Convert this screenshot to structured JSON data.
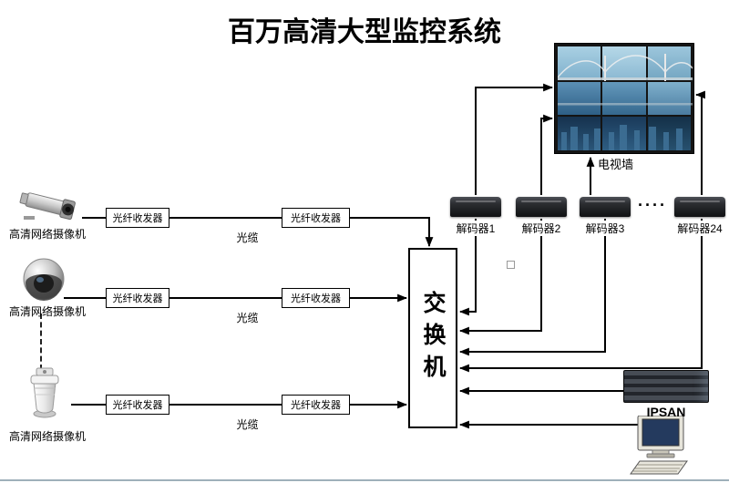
{
  "title": "百万高清大型监控系统",
  "tv_wall": {
    "label": "电视墙"
  },
  "cameras": [
    {
      "type": "bullet",
      "label": "高清网络摄像机"
    },
    {
      "type": "dome",
      "label": "高清网络摄像机"
    },
    {
      "type": "ptz",
      "label": "高清网络摄像机"
    }
  ],
  "transceiver_label": "光纤收发器",
  "cable_label": "光缆",
  "switch": {
    "label": "交换机"
  },
  "decoders": [
    {
      "label": "解码器1"
    },
    {
      "label": "解码器2"
    },
    {
      "label": "解码器3"
    },
    {
      "label": "解码器24"
    }
  ],
  "decoder_dots": "····",
  "storage": {
    "label": "IPSAN"
  }
}
